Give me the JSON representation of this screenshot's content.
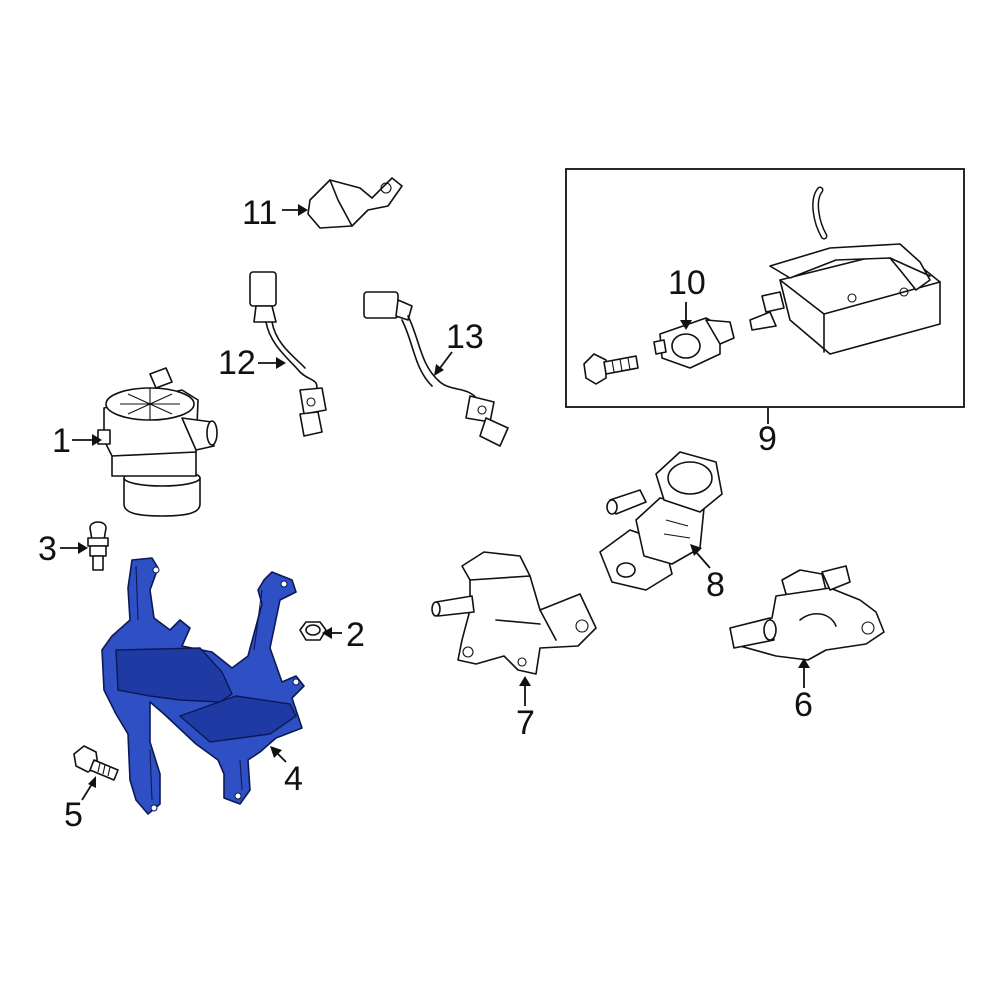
{
  "highlight_color": "#2f4fc4",
  "callouts": {
    "c1": "1",
    "c2": "2",
    "c3": "3",
    "c4": "4",
    "c5": "5",
    "c6": "6",
    "c7": "7",
    "c8": "8",
    "c9": "9",
    "c10": "10",
    "c11": "11",
    "c12": "12",
    "c13": "13"
  }
}
